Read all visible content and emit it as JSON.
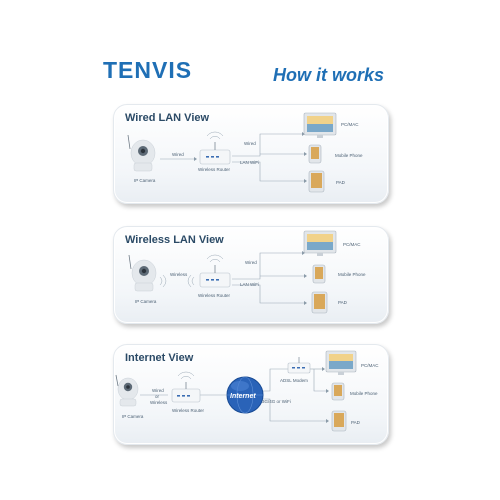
{
  "brand": {
    "logo_text": "TENVIS",
    "tagline": "How it works"
  },
  "panels": {
    "wired": {
      "title": "Wired LAN View",
      "labels": {
        "camera": "IP Camera",
        "link_camera": "Wired",
        "router": "Wireless Router",
        "link_pc": "Wired",
        "link_devices": "LAN WiFi",
        "pc": "PC/MAC",
        "phone": "Mobile Phone",
        "pad": "PAD"
      }
    },
    "wireless": {
      "title": "Wireless LAN View",
      "labels": {
        "camera": "IP Camera",
        "link_camera": "Wireless",
        "router": "Wireless Router",
        "link_pc": "Wired",
        "link_devices": "LAN WiFi",
        "pc": "PC/MAC",
        "phone": "Mobile Phone",
        "pad": "PAD"
      }
    },
    "internet": {
      "title": "Internet View",
      "labels": {
        "camera": "IP Camera",
        "link_camera_1": "Wired",
        "link_camera_2": "or",
        "link_camera_3": "Wireless",
        "router": "Wireless Router",
        "cloud": "Internet",
        "modem": "ADSL Modem",
        "link_mobile": "3G/4G or WiFi",
        "pc": "PC/MAC",
        "phone": "Mobile Phone",
        "pad": "PAD"
      }
    }
  },
  "colors": {
    "brand": "#1f6fb5",
    "line": "#8a9aa8",
    "device": "#dfe4ea",
    "screen_accent": "#e8b24a"
  }
}
